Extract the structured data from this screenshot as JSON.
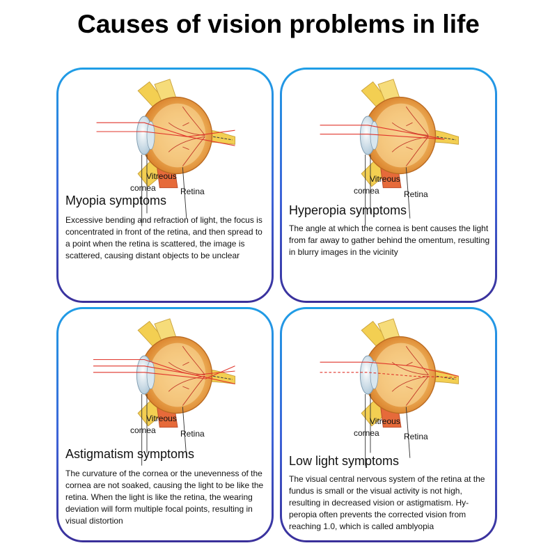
{
  "title": "Causes of vision problems in life",
  "cards": [
    {
      "heading": "Myopia symptoms",
      "description": "Excessive bending and refraction of light, the focus is concentrated in front of the retina, and then spread to a point when the retina is scattered, the image is scattered, causing distant objects to be unclear",
      "labels": {
        "vitreous": "Vitreous",
        "cornea": "cornea",
        "retina": "Retina"
      }
    },
    {
      "heading": "Hyperopia symptoms",
      "description": "The angle at which the cornea is bent causes the light from far away to gather behind the omentum, resulting in blurry images in the vicinity",
      "labels": {
        "vitreous": "Vitreous",
        "cornea": "cornea",
        "retina": "Retina"
      }
    },
    {
      "heading": "Astigmatism symptoms",
      "description": "The curvature of the cornea or the unevenness of the cornea are not soaked, causing the light to be like the retina. When the light is like the retina, the wearing deviation will form multiple focal points, resulting in visual distortion",
      "labels": {
        "vitreous": "Vitreous",
        "cornea": "cornea",
        "retina": "Retina"
      }
    },
    {
      "heading": "Low light symptoms",
      "description": "The visual central nervous system of the retina at the fundus is small or the visual activity is not high, resulting in decreased vision or astigmatism. Hy-peropia often prevents the corrected vision from reaching 1.0, which is called amblyopia",
      "labels": {
        "vitreous": "Vitreous",
        "cornea": "cornea",
        "retina": "Retina"
      }
    }
  ],
  "colors": {
    "border_top": "#1f9ee6",
    "border_bottom": "#3a2f9a",
    "light_ray": "#e0352b",
    "eye_orange": "#e99a35",
    "eye_inner": "#f4c57c",
    "muscle_yellow": "#f3cf52"
  }
}
